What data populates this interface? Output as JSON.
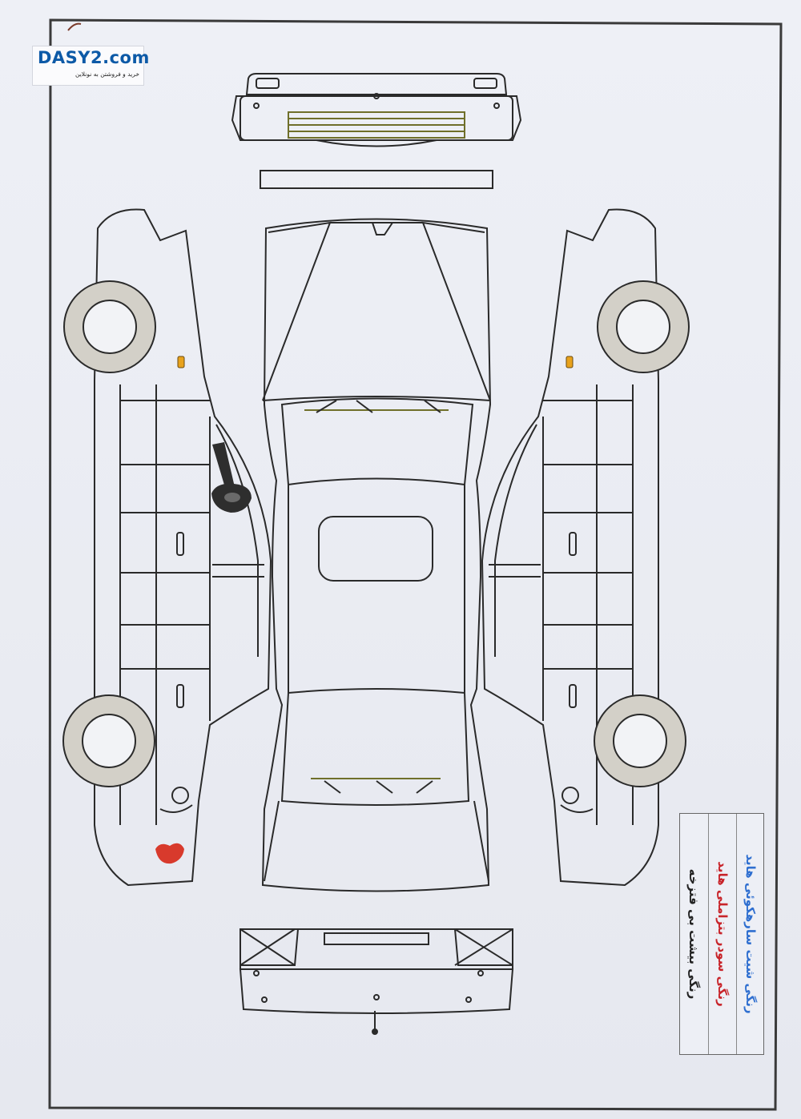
{
  "watermark": {
    "logo": "DASY2.com",
    "tagline": "خرید و فروشتن به نونلاین"
  },
  "legend": {
    "items": [
      {
        "text": "رنگی شیت سارهکوئی هاید",
        "color": "#2f6fd0"
      },
      {
        "text": "رنگی سودر بتزاملی هاید",
        "color": "#c8242a"
      },
      {
        "text": "رنگی بیشت بی فتزخه",
        "color": "#222222"
      }
    ]
  },
  "colors": {
    "border": "#3a3a3a",
    "line": "#2a2a2a",
    "tire": "#d3d0c8",
    "paint_repaint_spot": "#d83a2c",
    "marker_orange": "#e8a21c",
    "trim_olive": "#6f6f2a"
  },
  "icons": {
    "wrench": "wrench-icon",
    "repaint_spot": "repaint-spot-icon"
  }
}
